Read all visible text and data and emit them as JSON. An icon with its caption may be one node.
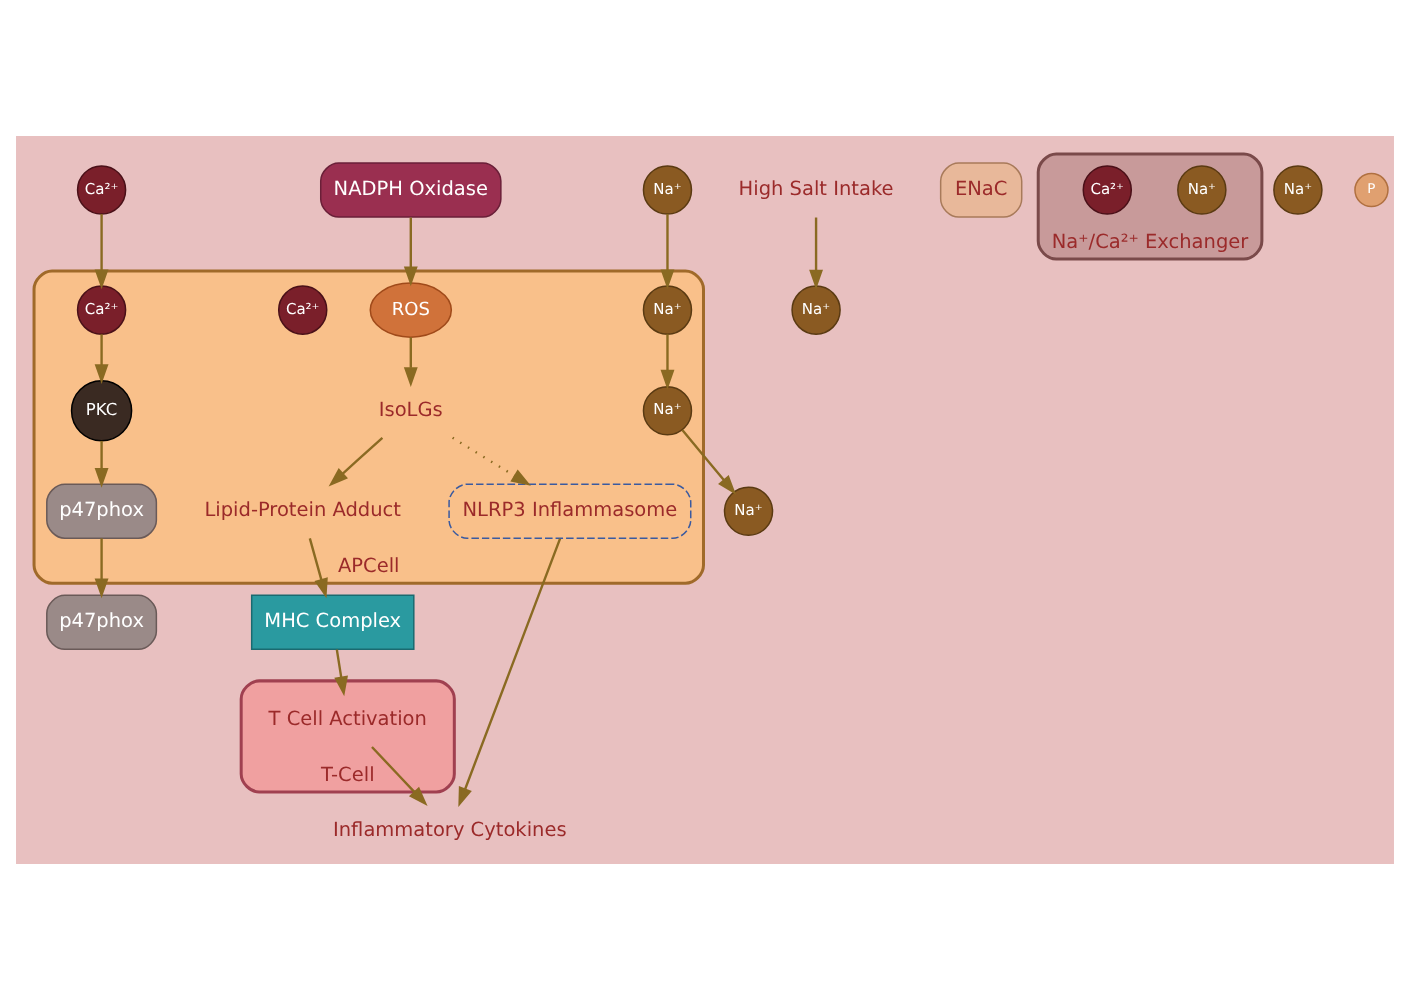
{
  "diagram": {
    "nodes": [
      {
        "text": [
          "T-Cell"
        ]
      },
      {
        "text": [
          "T Cell Activation"
        ],
        "in": 0
      },
      {
        "text": [
          "APCell"
        ]
      },
      {
        "text": [
          "High Salt Intake"
        ]
      },
      {
        "text": [
          "Na⁺"
        ]
      },
      {
        "text": [
          "Na⁺"
        ]
      },
      {
        "text": [
          "ENaC"
        ]
      },
      {
        "text": [
          "Na⁺"
        ],
        "in": 2
      },
      {
        "text": [
          "Na⁺/Ca²⁺ Exchanger"
        ]
      },
      {
        "text": [
          "Na⁺"
        ],
        "in": 8
      },
      {
        "text": [
          "Ca²⁺"
        ],
        "in": 8
      },
      {
        "text": [
          "Na⁺"
        ]
      },
      {
        "text": [
          "Na⁺"
        ]
      },
      {
        "text": [
          "Ca²⁺"
        ]
      },
      {
        "text": [
          "Na⁺"
        ],
        "in": 2
      },
      {
        "text": [
          "Ca²⁺"
        ],
        "in": 2
      },
      {
        "text": [
          "Ca²⁺"
        ],
        "in": 2
      },
      {
        "text": [
          "PKC"
        ],
        "in": 2
      },
      {
        "text": [
          "p47phox"
        ],
        "in": 2
      },
      {
        "text": [
          "NADPH Oxidase"
        ]
      },
      {
        "text": [
          "p47phox"
        ]
      },
      {
        "text": [
          "P"
        ]
      },
      {
        "text": [
          "ROS"
        ],
        "in": 2
      },
      {
        "text": [
          "IsoLGs"
        ],
        "in": 2
      },
      {
        "text": [
          "Lipid-Protein Adduct"
        ],
        "in": 2
      },
      {
        "text": [
          "NLRP3 Inflammasome"
        ],
        "in": 2
      },
      {
        "text": [
          "MHC Complex"
        ]
      },
      {
        "text": [
          "Inflammatory Cytokines"
        ]
      }
    ],
    "edges": [
      {
        "from": 3,
        "to": 4,
        "arrow": "to"
      },
      {
        "from": 5,
        "to": 7,
        "arrow": "to"
      },
      {
        "from": 7,
        "to": 14,
        "arrow": "to"
      },
      {
        "from": 14,
        "to": 12,
        "arrow": "to"
      },
      {
        "from": 13,
        "to": 15,
        "arrow": "to"
      },
      {
        "from": 15,
        "to": 17,
        "arrow": "to"
      },
      {
        "from": 17,
        "to": 18,
        "arrow": "to"
      },
      {
        "from": 18,
        "to": 20,
        "arrow": "to"
      },
      {
        "from": 19,
        "to": 22,
        "arrow": "to"
      },
      {
        "from": 22,
        "to": 23,
        "arrow": "to"
      },
      {
        "from": 23,
        "to": 24,
        "arrow": "to"
      },
      {
        "from": 23,
        "to": 25,
        "arrow": "to",
        "style": "dashed"
      },
      {
        "from": 24,
        "to": 26,
        "arrow": "to"
      },
      {
        "from": 26,
        "to": 1,
        "arrow": "to"
      },
      {
        "from": 1,
        "to": 27,
        "arrow": "to"
      },
      {
        "from": 25,
        "to": 27,
        "arrow": "to"
      }
    ]
  }
}
